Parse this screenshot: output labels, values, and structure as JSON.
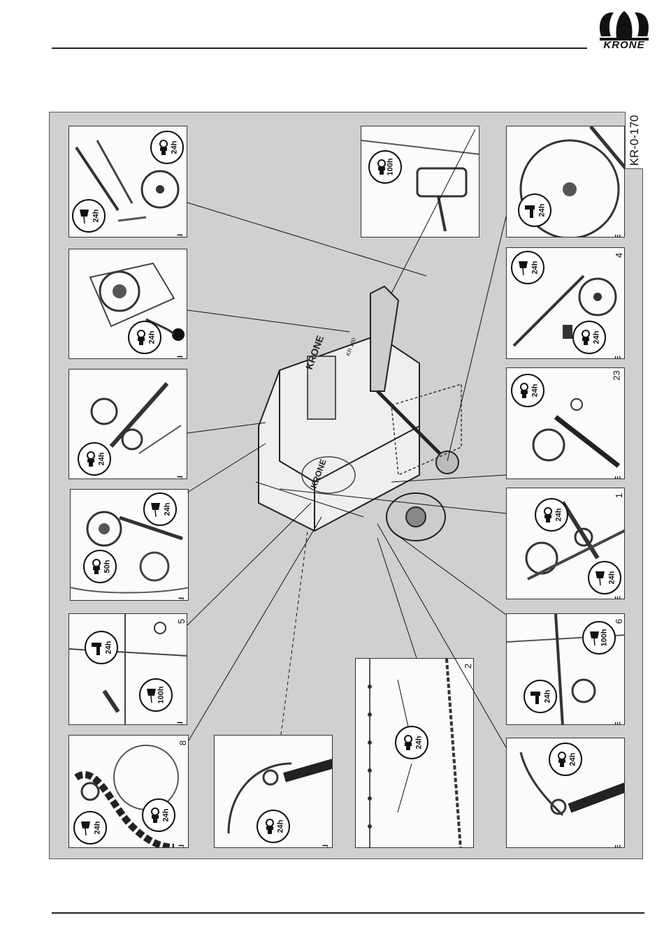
{
  "header": {
    "brand": "KRONE",
    "reference_code": "KR-0-170"
  },
  "insets": [
    {
      "id": "tl1",
      "side": "LI",
      "number": "",
      "badges": [
        {
          "label": "24h",
          "icon": "oil-can-icon"
        },
        {
          "label": "24h",
          "icon": "grease-nipple-icon"
        }
      ]
    },
    {
      "id": "tl2",
      "side": "LI",
      "number": "",
      "badges": [
        {
          "label": "24h",
          "icon": "grease-nipple-icon"
        }
      ]
    },
    {
      "id": "tl3",
      "side": "LI",
      "number": "",
      "badges": [
        {
          "label": "24h",
          "icon": "grease-nipple-icon"
        }
      ]
    },
    {
      "id": "tl4",
      "side": "LI",
      "number": "",
      "badges": [
        {
          "label": "24h",
          "icon": "oil-can-icon"
        },
        {
          "label": "50h",
          "icon": "grease-nipple-icon"
        }
      ]
    },
    {
      "id": "tl5",
      "side": "LI",
      "number": "5",
      "badges": [
        {
          "label": "24h",
          "icon": "oil-gun-icon"
        },
        {
          "label": "100h",
          "icon": "oil-can-icon"
        }
      ]
    },
    {
      "id": "tl6",
      "side": "LI",
      "number": "8",
      "badges": [
        {
          "label": "24h",
          "icon": "oil-can-icon"
        },
        {
          "label": "24h",
          "icon": "grease-nipple-icon"
        }
      ]
    },
    {
      "id": "bm1",
      "side": "LI",
      "number": "",
      "badges": [
        {
          "label": "24h",
          "icon": "grease-nipple-icon"
        }
      ]
    },
    {
      "id": "bm2",
      "side": "",
      "number": "2",
      "badges": [
        {
          "label": "24h",
          "icon": "grease-nipple-icon"
        }
      ]
    },
    {
      "id": "tm",
      "side": "",
      "number": "",
      "badges": [
        {
          "label": "100h",
          "icon": "grease-nipple-icon"
        }
      ]
    },
    {
      "id": "tr1",
      "side": "RE",
      "number": "",
      "badges": [
        {
          "label": "24h",
          "icon": "oil-gun-icon"
        }
      ]
    },
    {
      "id": "tr2",
      "side": "RE",
      "number": "4",
      "badges": [
        {
          "label": "24h",
          "icon": "oil-can-icon"
        },
        {
          "label": "24h",
          "icon": "grease-nipple-icon"
        }
      ]
    },
    {
      "id": "tr3",
      "side": "RE",
      "number": "23",
      "badges": [
        {
          "label": "24h",
          "icon": "grease-nipple-icon"
        }
      ]
    },
    {
      "id": "tr4",
      "side": "RE",
      "number": "1",
      "badges": [
        {
          "label": "24h",
          "icon": "grease-nipple-icon"
        },
        {
          "label": "24h",
          "icon": "oil-can-icon"
        }
      ]
    },
    {
      "id": "tr5",
      "side": "RE",
      "number": "6",
      "badges": [
        {
          "label": "100h",
          "icon": "oil-can-icon"
        },
        {
          "label": "24h",
          "icon": "oil-gun-icon"
        }
      ]
    },
    {
      "id": "tr6",
      "side": "RE",
      "number": "",
      "badges": [
        {
          "label": "24h",
          "icon": "grease-nipple-icon"
        }
      ]
    }
  ],
  "machine": {
    "label": "KRONE",
    "model": "KR 160"
  }
}
